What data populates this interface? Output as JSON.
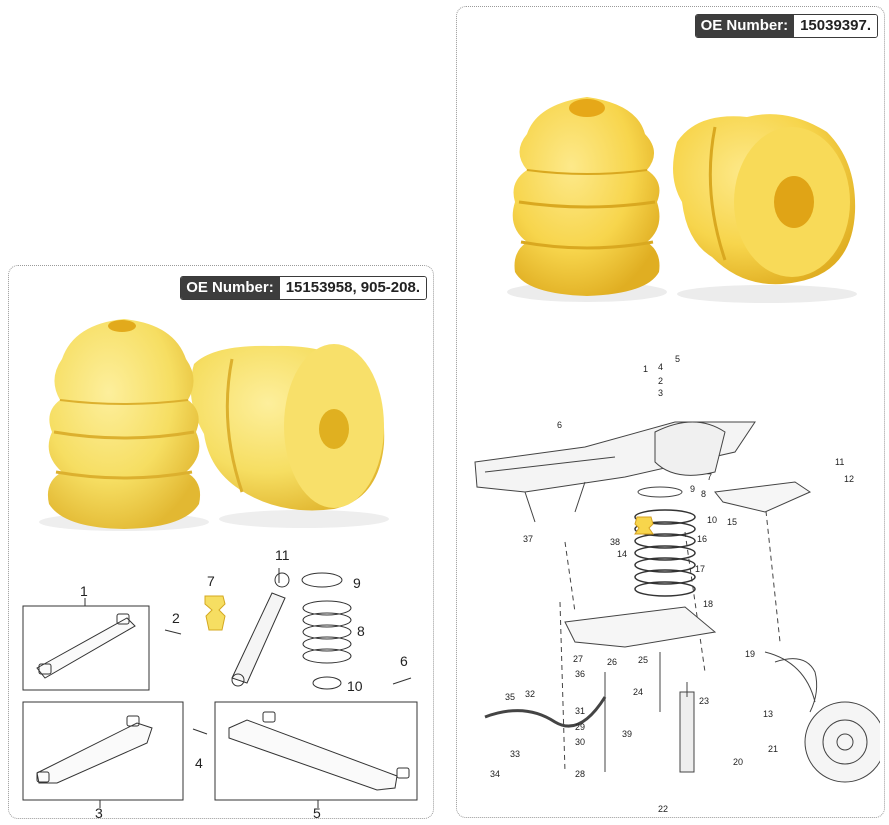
{
  "left_panel": {
    "oe_label": "OE Number:",
    "oe_value": "15153958, 905-208.",
    "callouts": [
      "1",
      "2",
      "3",
      "4",
      "5",
      "6",
      "7",
      "8",
      "9",
      "10",
      "11"
    ]
  },
  "right_panel": {
    "oe_label": "OE Number:",
    "oe_value": "15039397.",
    "callouts": [
      "1",
      "2",
      "3",
      "4",
      "5",
      "6",
      "7",
      "8",
      "9",
      "10",
      "11",
      "12",
      "13",
      "14",
      "15",
      "16",
      "17",
      "18",
      "19",
      "20",
      "21",
      "22",
      "23",
      "24",
      "25",
      "26",
      "27",
      "28",
      "29",
      "30",
      "31",
      "32",
      "33",
      "34",
      "35",
      "36",
      "37",
      "38",
      "39"
    ]
  },
  "colors": {
    "bumper_yellow": "#f7d54c",
    "bumper_shade": "#e6b92c",
    "tag_dark": "#3d3d3d",
    "panel_border": "#9a9a9a"
  }
}
